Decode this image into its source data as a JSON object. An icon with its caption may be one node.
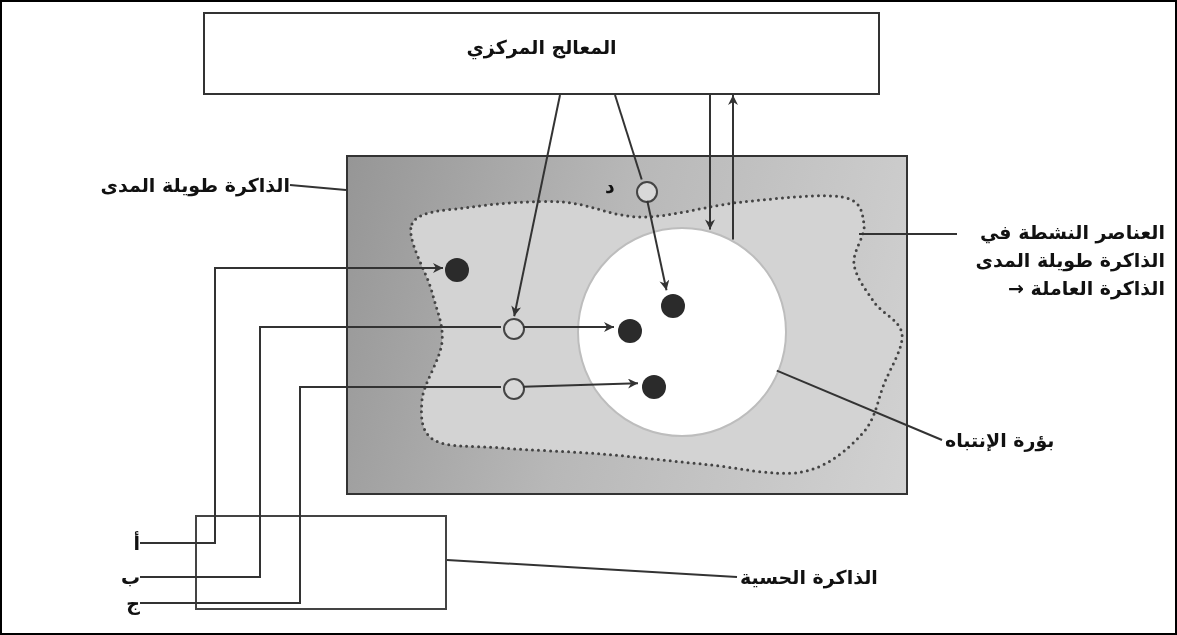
{
  "diagram": {
    "nodes": [
      {
        "text": [
          "المعالج المركزي"
        ]
      },
      {
        "text": [],
        "shape": "box"
      },
      {
        "text": [],
        "shape": "cloud",
        "in": 1
      },
      {
        "text": [],
        "shape": "circle",
        "in": 2
      },
      {
        "text": [],
        "shape": "circle",
        "beside": [
          "د"
        ],
        "in": 1
      },
      {
        "text": [],
        "shape": "circle",
        "in": 2
      },
      {
        "text": [],
        "shape": "circle",
        "in": 2
      },
      {
        "text": [],
        "shape": "circle",
        "in": 2
      },
      {
        "text": [],
        "shape": "circle",
        "in": 3
      },
      {
        "text": [],
        "shape": "circle",
        "in": 3
      },
      {
        "text": [],
        "shape": "circle",
        "in": 3
      },
      {
        "text": [],
        "shape": "box"
      },
      {
        "text": [
          "الذاكرة طويلة المدى"
        ]
      },
      {
        "text": [
          "العناصر النشطة في الذاكرة طويلة المدى الذاكرة العاملة →"
        ]
      },
      {
        "text": [
          "بؤرة الإنتباه"
        ]
      },
      {
        "text": [
          "الذاكرة الحسية"
        ]
      },
      {
        "text": [
          "أ"
        ]
      },
      {
        "text": [
          "ب"
        ]
      },
      {
        "text": [
          "ج"
        ]
      }
    ],
    "edges": [
      {
        "from": 12,
        "to": 1,
        "arrow": "none"
      },
      {
        "from": 13,
        "to": 2,
        "arrow": "none"
      },
      {
        "from": 14,
        "to": 3,
        "arrow": "none"
      },
      {
        "from": 15,
        "to": 11,
        "arrow": "none"
      },
      {
        "from": 16,
        "to": 11,
        "arrow": "none"
      },
      {
        "from": 11,
        "to": 7,
        "arrow": "to"
      },
      {
        "from": 17,
        "to": 11,
        "arrow": "none"
      },
      {
        "from": 11,
        "to": 5,
        "arrow": "none"
      },
      {
        "from": 5,
        "to": 8,
        "arrow": "to"
      },
      {
        "from": 18,
        "to": 11,
        "arrow": "none"
      },
      {
        "from": 11,
        "to": 6,
        "arrow": "none"
      },
      {
        "from": 6,
        "to": 10,
        "arrow": "to"
      },
      {
        "from": 0,
        "to": 5,
        "arrow": "to"
      },
      {
        "from": 0,
        "to": 4,
        "arrow": "none"
      },
      {
        "from": 4,
        "to": 9,
        "arrow": "to"
      },
      {
        "from": 0,
        "to": 3,
        "arrow": "to"
      },
      {
        "from": 3,
        "to": 0,
        "arrow": "to"
      }
    ]
  }
}
